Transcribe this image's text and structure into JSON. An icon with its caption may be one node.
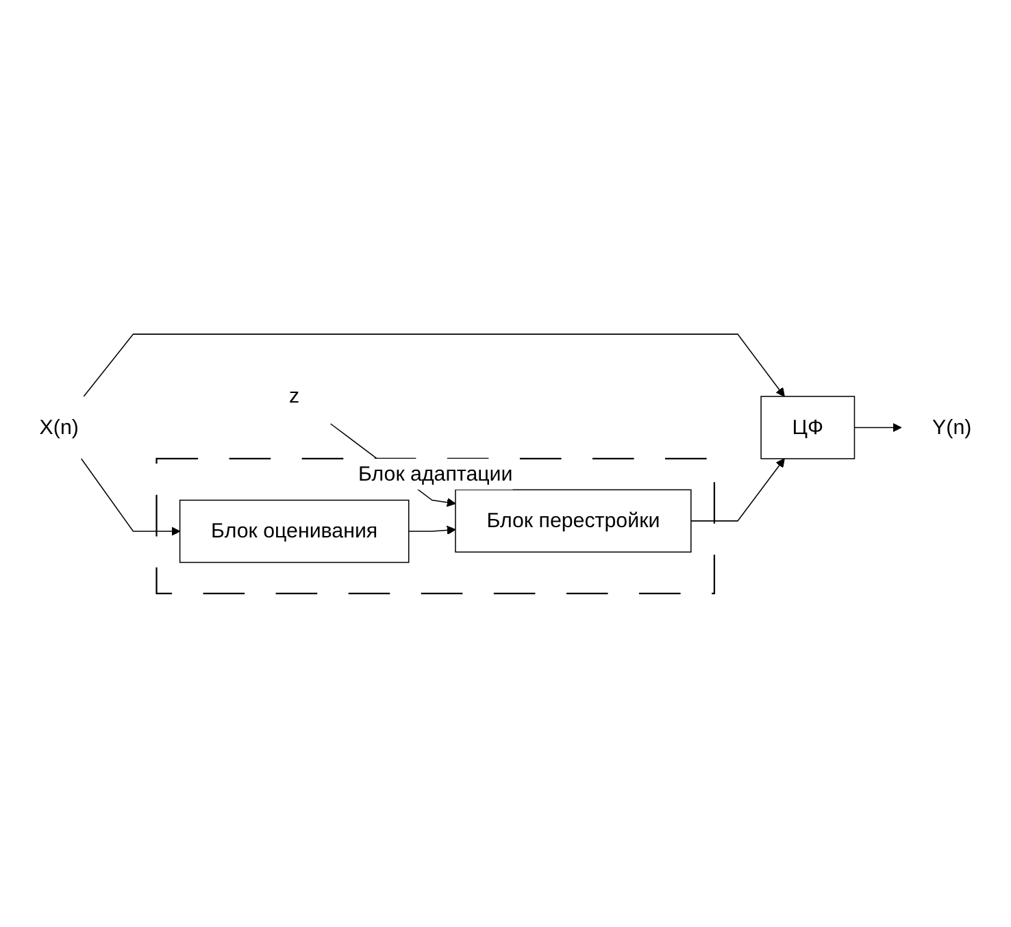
{
  "diagram": {
    "nodes": [
      {
        "text": [
          "X(n)"
        ]
      },
      {
        "text": [
          "ЦФ"
        ]
      },
      {
        "text": [
          "Y(n)"
        ]
      },
      {
        "text": [
          "Блок адаптации"
        ]
      },
      {
        "text": [
          "z"
        ]
      },
      {
        "text": [
          "Блок перестройки"
        ],
        "in": 3
      },
      {
        "text": [
          "Блок оценивания"
        ],
        "in": 3
      }
    ],
    "edges": [
      {
        "from": 0,
        "to": 1,
        "arrow": "to"
      },
      {
        "from": 1,
        "to": 2,
        "arrow": "to"
      },
      {
        "from": 0,
        "to": 6,
        "arrow": "to"
      },
      {
        "from": 5,
        "to": 1,
        "arrow": "to"
      },
      {
        "from": 4,
        "to": 5,
        "arrow": "to"
      },
      {
        "from": 6,
        "to": 5,
        "arrow": "to"
      }
    ]
  }
}
